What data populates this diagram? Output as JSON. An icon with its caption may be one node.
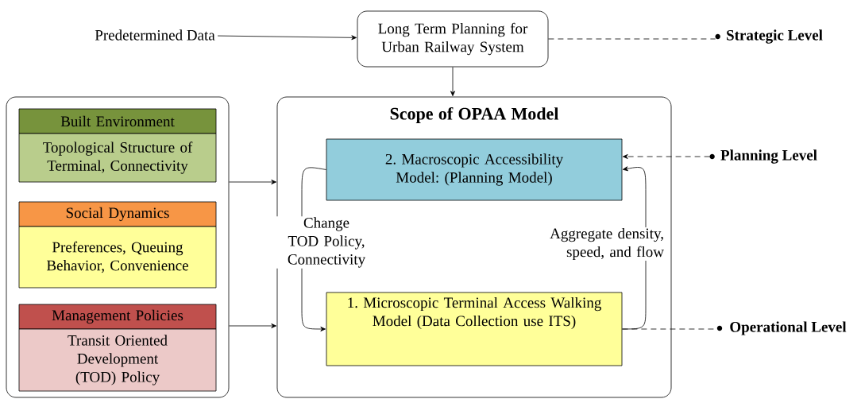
{
  "diagram": {
    "nodes": [
      {
        "text": [
          "Predetermined Data"
        ]
      },
      {
        "text": [
          "Long Term Planning for Urban Railway System"
        ]
      },
      {
        "text": [
          "**Strategic Level**"
        ]
      },
      {
        "text": [],
        "shape": "box"
      },
      {
        "text": [
          "Built Environment"
        ],
        "in": 3
      },
      {
        "text": [
          "Topological Structure of Terminal, Connectivity"
        ],
        "in": 3
      },
      {
        "text": [
          "Social Dynamics"
        ],
        "in": 3
      },
      {
        "text": [
          "Preferences, Queuing Behavior, Convenience"
        ],
        "in": 3
      },
      {
        "text": [
          "Management Policies"
        ],
        "in": 3
      },
      {
        "text": [
          "Transit Oriented Development (TOD) Policy"
        ],
        "in": 3
      },
      {
        "text": [
          "**Scope of OPAA Model**"
        ]
      },
      {
        "text": [
          "2. Macroscopic Accessibility Model: (Planning Model)"
        ],
        "in": 10
      },
      {
        "text": [
          "**Planning Level**"
        ]
      },
      {
        "text": [
          "1. Microscopic Terminal Access Walking Model (Data Collection use ITS)"
        ],
        "in": 10
      },
      {
        "text": [
          "**Operational Level**"
        ]
      }
    ],
    "edges": [
      {
        "from": 0,
        "to": 1,
        "arrow": "to"
      },
      {
        "from": 1,
        "to": 2,
        "arrow": "none",
        "style": "dashed"
      },
      {
        "from": 1,
        "to": 10,
        "arrow": "to"
      },
      {
        "from": 3,
        "to": 10,
        "arrow": "to"
      },
      {
        "from": 3,
        "to": 10,
        "arrow": "to"
      },
      {
        "from": 12,
        "to": 11,
        "arrow": "to",
        "style": "dashed"
      },
      {
        "from": 11,
        "to": 13,
        "arrow": "to",
        "label": "Change TOD Policy, Connectivity"
      },
      {
        "from": 13,
        "to": 11,
        "arrow": "to",
        "label": "Aggregate density, speed, and flow"
      },
      {
        "from": 13,
        "to": 14,
        "arrow": "none",
        "style": "dashed"
      }
    ]
  }
}
